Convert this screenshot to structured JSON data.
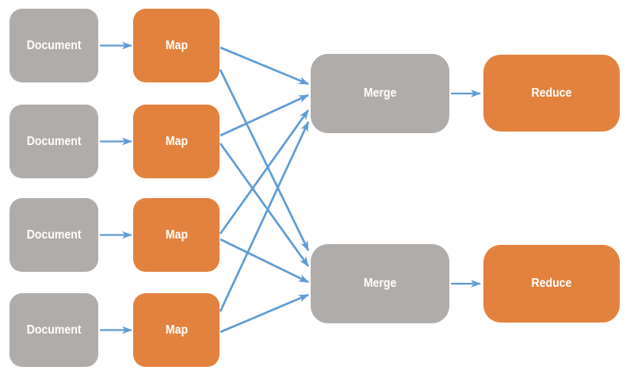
{
  "diagram": {
    "type": "flowchart",
    "colors": {
      "document": "#B0ACA9",
      "map": "#E2823E",
      "merge": "#B0ACA9",
      "reduce": "#E2823E",
      "arrow": "#5E9CD6",
      "label": "#FFFFFF",
      "background": "#FFFFFF"
    },
    "nodes": [
      {
        "id": "document1",
        "kind": "document",
        "label": "Document"
      },
      {
        "id": "document2",
        "kind": "document",
        "label": "Document"
      },
      {
        "id": "document3",
        "kind": "document",
        "label": "Document"
      },
      {
        "id": "document4",
        "kind": "document",
        "label": "Document"
      },
      {
        "id": "map1",
        "kind": "map",
        "label": "Map"
      },
      {
        "id": "map2",
        "kind": "map",
        "label": "Map"
      },
      {
        "id": "map3",
        "kind": "map",
        "label": "Map"
      },
      {
        "id": "map4",
        "kind": "map",
        "label": "Map"
      },
      {
        "id": "merge1",
        "kind": "merge",
        "label": "Merge"
      },
      {
        "id": "merge2",
        "kind": "merge",
        "label": "Merge"
      },
      {
        "id": "reduce1",
        "kind": "reduce",
        "label": "Reduce"
      },
      {
        "id": "reduce2",
        "kind": "reduce",
        "label": "Reduce"
      }
    ],
    "edges": [
      {
        "from": "document1",
        "to": "map1"
      },
      {
        "from": "document2",
        "to": "map2"
      },
      {
        "from": "document3",
        "to": "map3"
      },
      {
        "from": "document4",
        "to": "map4"
      },
      {
        "from": "map1",
        "to": "merge1"
      },
      {
        "from": "map2",
        "to": "merge1"
      },
      {
        "from": "map3",
        "to": "merge1"
      },
      {
        "from": "map4",
        "to": "merge1"
      },
      {
        "from": "map1",
        "to": "merge2"
      },
      {
        "from": "map2",
        "to": "merge2"
      },
      {
        "from": "map3",
        "to": "merge2"
      },
      {
        "from": "map4",
        "to": "merge2"
      },
      {
        "from": "merge1",
        "to": "reduce1"
      },
      {
        "from": "merge2",
        "to": "reduce2"
      }
    ]
  }
}
